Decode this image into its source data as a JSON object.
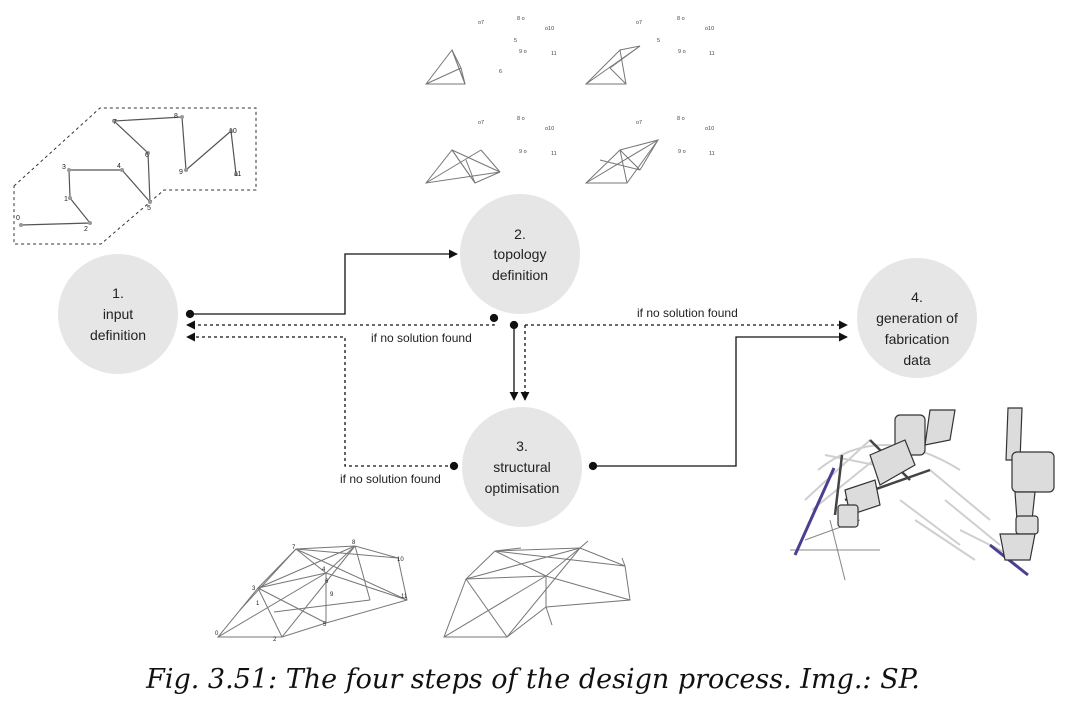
{
  "steps": [
    {
      "number": "1.",
      "line1": "input",
      "line2": "definition",
      "line3": ""
    },
    {
      "number": "2.",
      "line1": "topology",
      "line2": "definition",
      "line3": ""
    },
    {
      "number": "3.",
      "line1": "structural",
      "line2": "optimisation",
      "line3": ""
    },
    {
      "number": "4.",
      "line1": "generation of",
      "line2": "fabrication",
      "line3": "data"
    }
  ],
  "loop_labels": {
    "topology_to_input": "if no solution found",
    "optimisation_to_input": "if no solution found",
    "topology_to_fabrication": "if no solution found"
  },
  "input_sketch_labels": [
    "0",
    "1",
    "2",
    "3",
    "4",
    "5",
    "6",
    "7",
    "8",
    "9",
    "10",
    "11"
  ],
  "mesh_labels": [
    "0",
    "1",
    "2",
    "3",
    "4",
    "5",
    "6",
    "7",
    "8",
    "9",
    "10",
    "11"
  ],
  "caption": "Fig. 3.51: The four steps of the design process. Img.: SP.",
  "colors": {
    "node_fill": "#e6e6e6",
    "line": "#111111",
    "mesh": "#777777",
    "robot_purple": "#4b3f8f"
  }
}
